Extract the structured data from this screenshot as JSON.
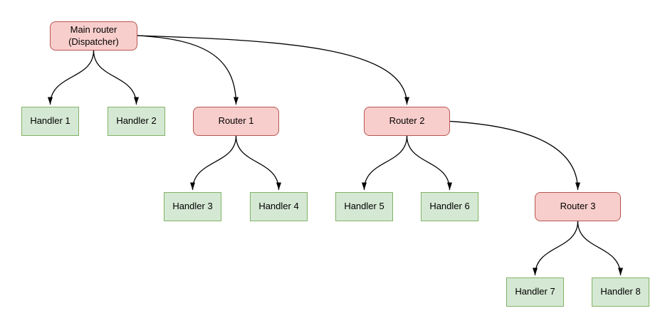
{
  "diagram": {
    "type": "tree-flowchart",
    "background": "#ffffff",
    "edge_color": "#000000",
    "node_styles": {
      "router": {
        "fill": "#f8cecc",
        "stroke": "#b85450",
        "shape": "rounded-rectangle"
      },
      "handler": {
        "fill": "#d5e8d4",
        "stroke": "#82b366",
        "shape": "rectangle"
      }
    },
    "nodes": [
      {
        "id": "main-router",
        "type": "router",
        "label": "Main router\n(Dispatcher)"
      },
      {
        "id": "handler-1",
        "type": "handler",
        "label": "Handler 1"
      },
      {
        "id": "handler-2",
        "type": "handler",
        "label": "Handler 2"
      },
      {
        "id": "router-1",
        "type": "router",
        "label": "Router 1"
      },
      {
        "id": "handler-3",
        "type": "handler",
        "label": "Handler 3"
      },
      {
        "id": "handler-4",
        "type": "handler",
        "label": "Handler 4"
      },
      {
        "id": "router-2",
        "type": "router",
        "label": "Router 2"
      },
      {
        "id": "handler-5",
        "type": "handler",
        "label": "Handler 5"
      },
      {
        "id": "handler-6",
        "type": "handler",
        "label": "Handler 6"
      },
      {
        "id": "router-3",
        "type": "router",
        "label": "Router 3"
      },
      {
        "id": "handler-7",
        "type": "handler",
        "label": "Handler 7"
      },
      {
        "id": "handler-8",
        "type": "handler",
        "label": "Handler 8"
      }
    ],
    "edges": [
      {
        "from": "main-router",
        "to": "handler-1"
      },
      {
        "from": "main-router",
        "to": "handler-2"
      },
      {
        "from": "main-router",
        "to": "router-1"
      },
      {
        "from": "main-router",
        "to": "router-2"
      },
      {
        "from": "router-1",
        "to": "handler-3"
      },
      {
        "from": "router-1",
        "to": "handler-4"
      },
      {
        "from": "router-2",
        "to": "handler-5"
      },
      {
        "from": "router-2",
        "to": "handler-6"
      },
      {
        "from": "router-2",
        "to": "router-3"
      },
      {
        "from": "router-3",
        "to": "handler-7"
      },
      {
        "from": "router-3",
        "to": "handler-8"
      }
    ]
  }
}
